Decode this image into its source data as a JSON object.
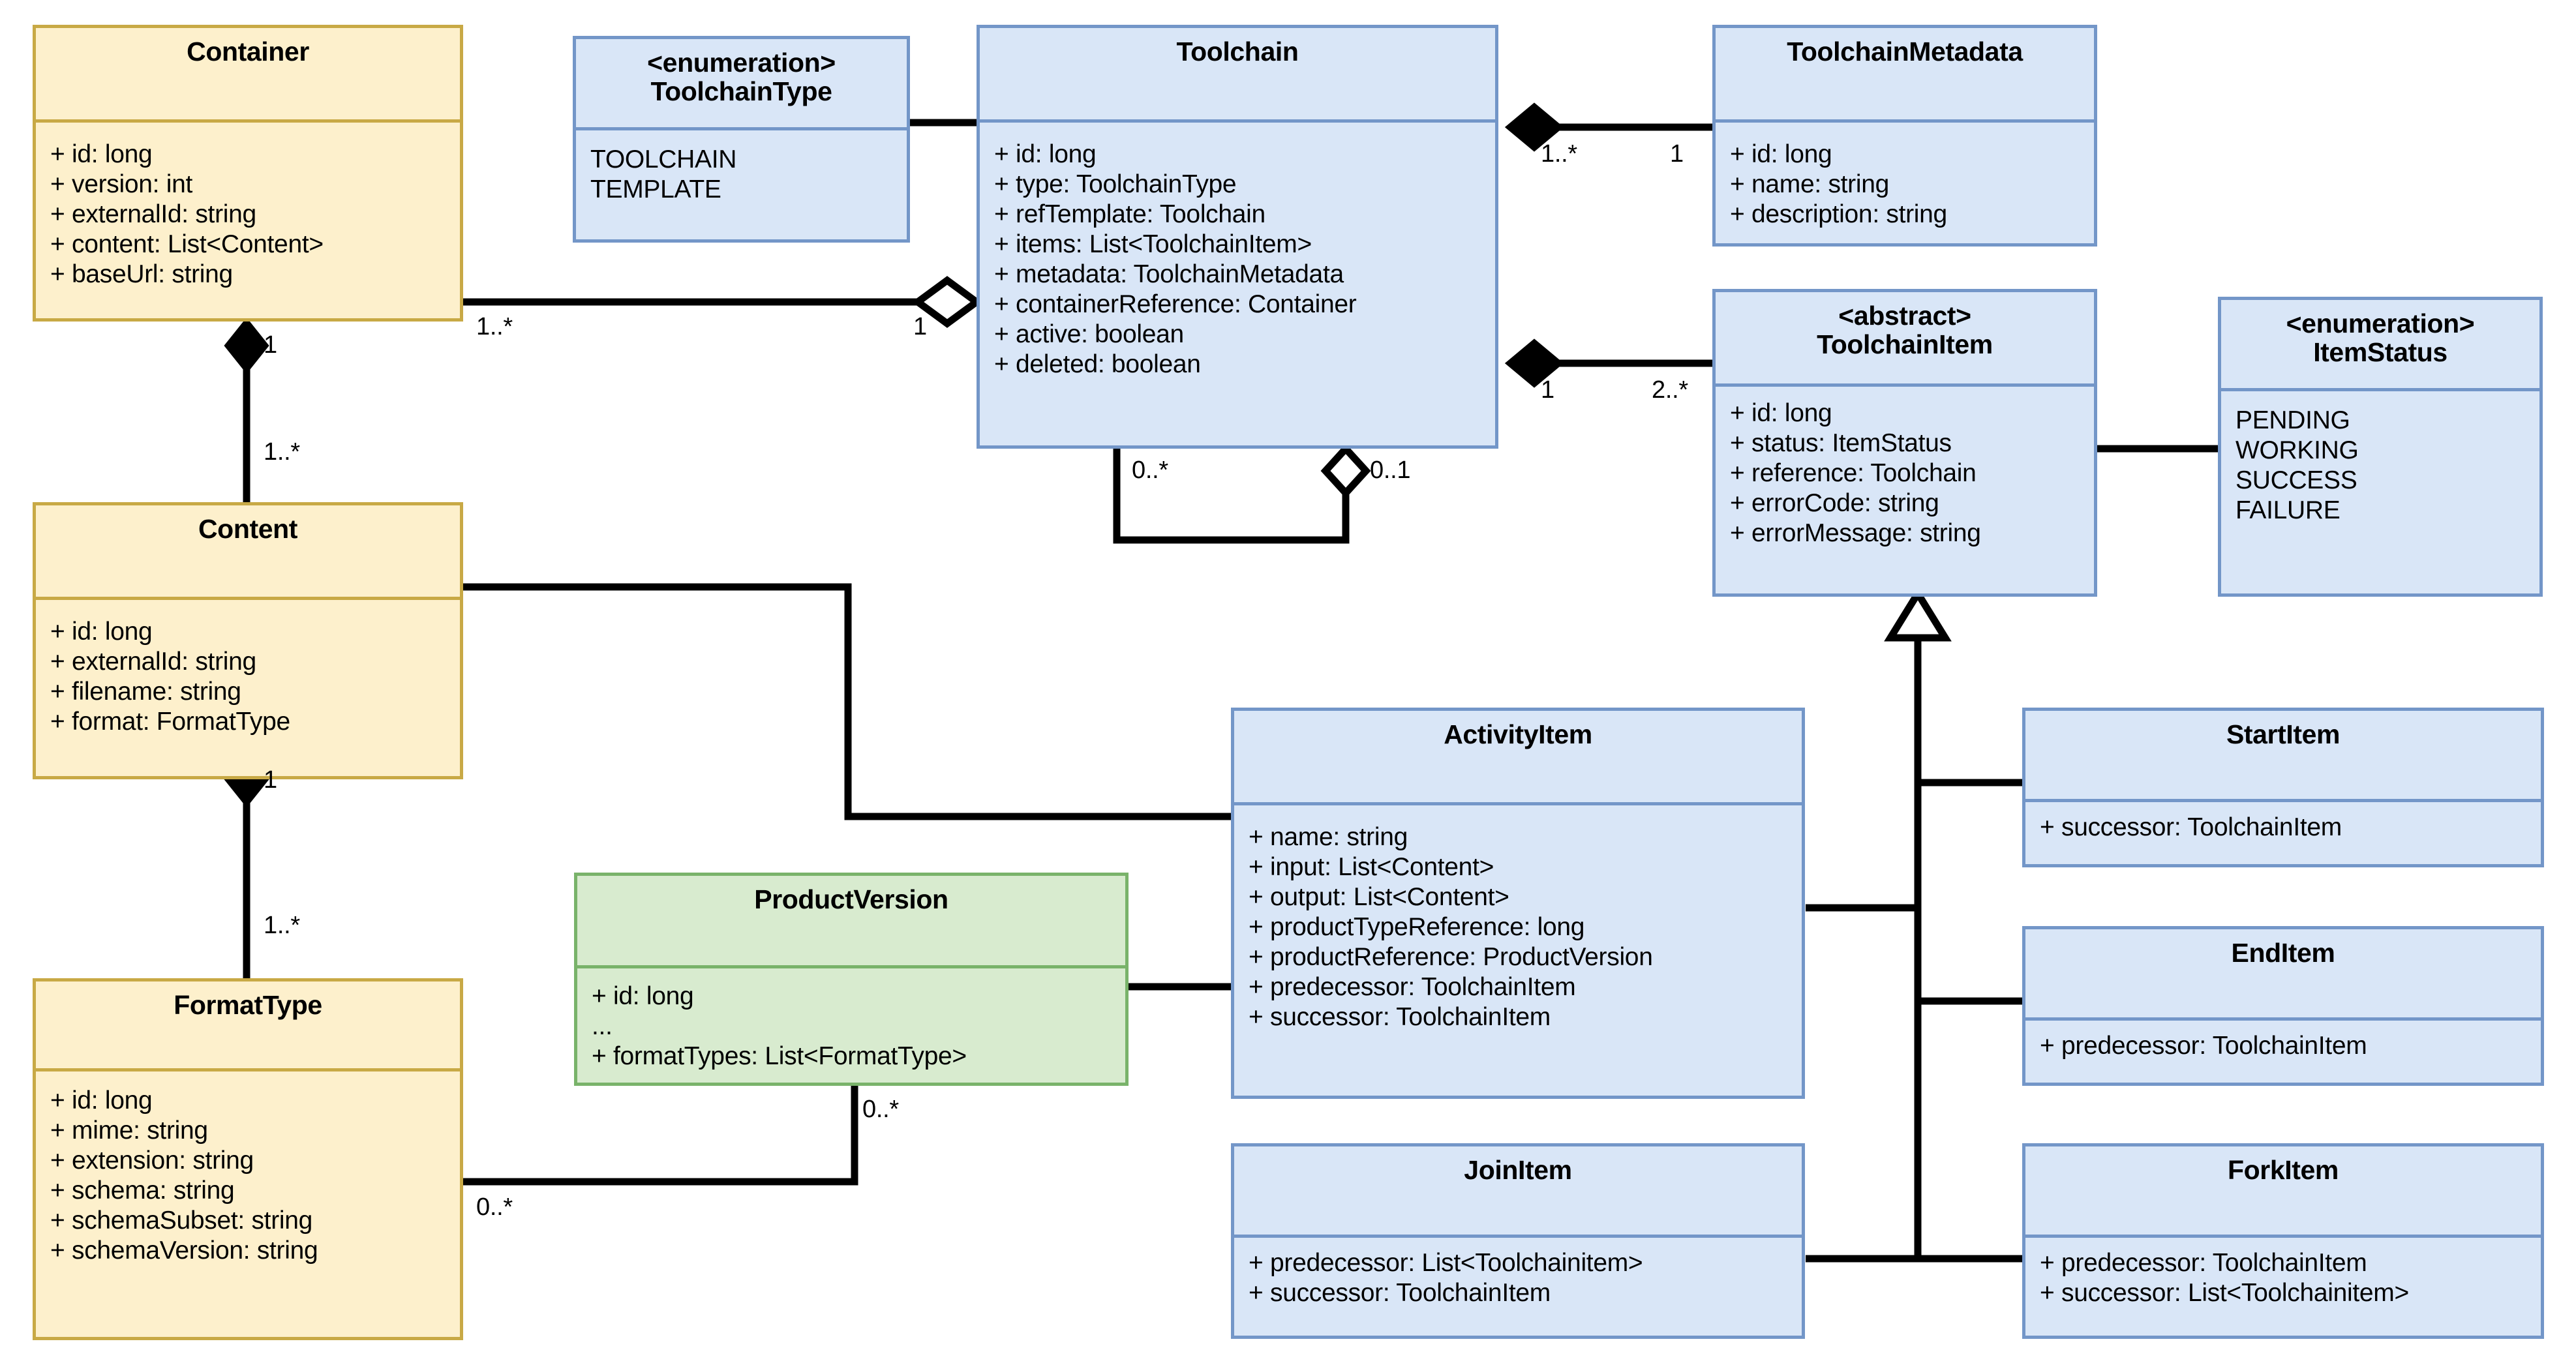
{
  "diagram": {
    "kind": "uml-class-diagram",
    "colors": {
      "yellow_fill": "#fdf0cc",
      "yellow_border": "#c8a945",
      "blue_fill": "#d9e6f7",
      "blue_border": "#7396c8",
      "green_fill": "#d8ebcf",
      "green_border": "#79b36a",
      "line": "#000000"
    }
  },
  "classes": {
    "container": {
      "name": "Container",
      "stereotype": "",
      "attributes": [
        "+ id: long",
        "+ version: int",
        "+ externalId: string",
        "+ content: List<Content>",
        "+ baseUrl: string"
      ]
    },
    "toolchain_type": {
      "name": "ToolchainType",
      "stereotype": "<enumeration>",
      "attributes": [
        "TOOLCHAIN",
        "TEMPLATE"
      ]
    },
    "toolchain": {
      "name": "Toolchain",
      "stereotype": "",
      "attributes": [
        "+ id: long",
        "+ type: ToolchainType",
        "+ refTemplate: Toolchain",
        "+ items: List<ToolchainItem>",
        "+ metadata: ToolchainMetadata",
        "+ containerReference: Container",
        "+ active: boolean",
        "+ deleted: boolean"
      ]
    },
    "toolchain_metadata": {
      "name": "ToolchainMetadata",
      "stereotype": "",
      "attributes": [
        "+ id: long",
        "+ name: string",
        "+ description: string"
      ]
    },
    "toolchain_item": {
      "name": "ToolchainItem",
      "stereotype": "<abstract>",
      "attributes": [
        "+ id: long",
        "+ status: ItemStatus",
        "+ reference: Toolchain",
        "+ errorCode: string",
        "+ errorMessage: string"
      ]
    },
    "item_status": {
      "name": "ItemStatus",
      "stereotype": "<enumeration>",
      "attributes": [
        "PENDING",
        "WORKING",
        "SUCCESS",
        "FAILURE"
      ]
    },
    "content": {
      "name": "Content",
      "stereotype": "",
      "attributes": [
        "+ id: long",
        "+ externalId: string",
        "+ filename: string",
        "+ format: FormatType"
      ]
    },
    "format_type": {
      "name": "FormatType",
      "stereotype": "",
      "attributes": [
        "+ id: long",
        "+ mime: string",
        "+ extension: string",
        "+ schema: string",
        "+ schemaSubset: string",
        "+ schemaVersion: string"
      ]
    },
    "product_version": {
      "name": "ProductVersion",
      "stereotype": "",
      "attributes": [
        "+ id: long",
        "...",
        "+ formatTypes: List<FormatType>"
      ]
    },
    "activity_item": {
      "name": "ActivityItem",
      "stereotype": "",
      "attributes": [
        "+ name: string",
        "+ input: List<Content>",
        "+ output: List<Content>",
        "+ productTypeReference: long",
        "+ productReference: ProductVersion",
        "+ predecessor: ToolchainItem",
        "+ successor: ToolchainItem"
      ]
    },
    "start_item": {
      "name": "StartItem",
      "stereotype": "",
      "attributes": [
        "+ successor: ToolchainItem"
      ]
    },
    "end_item": {
      "name": "EndItem",
      "stereotype": "",
      "attributes": [
        "+ predecessor: ToolchainItem"
      ]
    },
    "join_item": {
      "name": "JoinItem",
      "stereotype": "",
      "attributes": [
        "+ predecessor: List<Toolchainitem>",
        "+ successor: ToolchainItem"
      ]
    },
    "fork_item": {
      "name": "ForkItem",
      "stereotype": "",
      "attributes": [
        "+ predecessor: ToolchainItem",
        "+ successor: List<Toolchainitem>"
      ]
    }
  },
  "multiplicities": {
    "container_content_top": "1",
    "container_content_bottom": "1..*",
    "container_toolchain_src": "1..*",
    "container_toolchain_dst": "1",
    "toolchain_metadata_src": "1..*",
    "toolchain_metadata_dst": "1",
    "toolchain_item_src": "1",
    "toolchain_item_dst": "2..*",
    "toolchain_self_src": "0..*",
    "toolchain_self_dst": "0..1",
    "content_format_top": "1",
    "content_format_bottom": "1..*",
    "formattype_productversion_src": "0..*",
    "formattype_productversion_dst": "0..*"
  }
}
